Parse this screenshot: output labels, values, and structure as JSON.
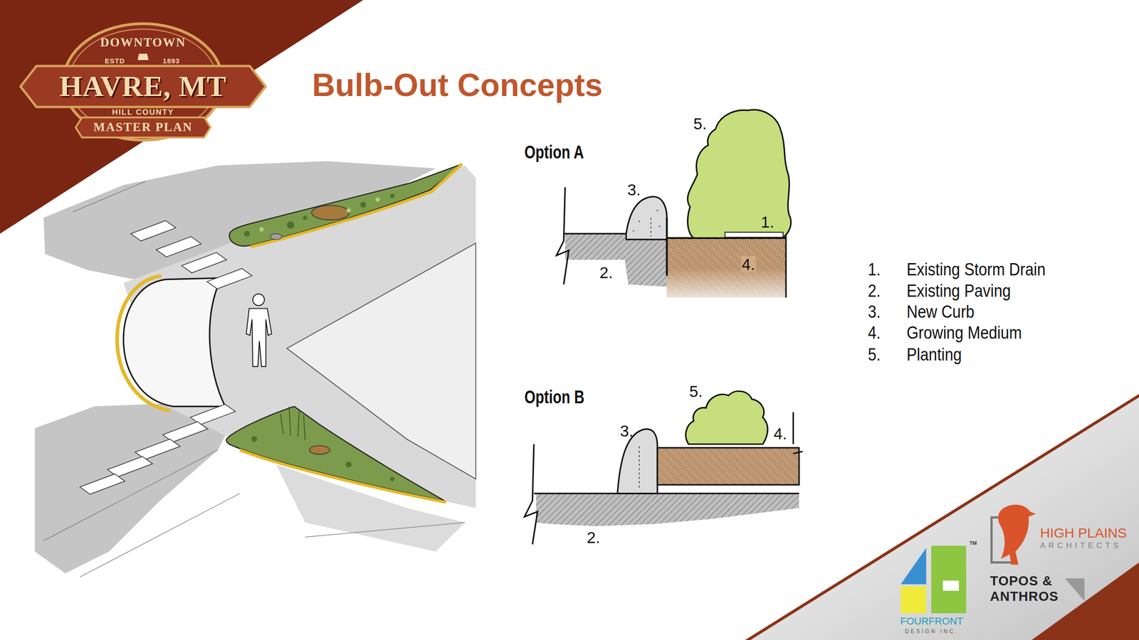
{
  "diagram": {
    "title": "Bulb-Out Concepts",
    "labels": [
      "DOWNTOWN",
      "ESTD",
      "1893",
      "HAVRE, MT",
      "HILL COUNTY",
      "MASTER PLAN",
      "Option A",
      "5.",
      "3.",
      "1.",
      "4.",
      "2.",
      "Option B",
      "5.",
      "3.",
      "4.",
      "2.",
      "1.",
      "Existing Storm Drain",
      "2.",
      "Existing Paving",
      "3.",
      "New Curb",
      "4.",
      "Growing Medium",
      "5.",
      "Planting",
      "TM",
      "HIGH PLAINS",
      "ARCHITECTS",
      "TOPOS &",
      "ANTHROS",
      "FOURFRONT",
      "DESIGN INC."
    ]
  }
}
